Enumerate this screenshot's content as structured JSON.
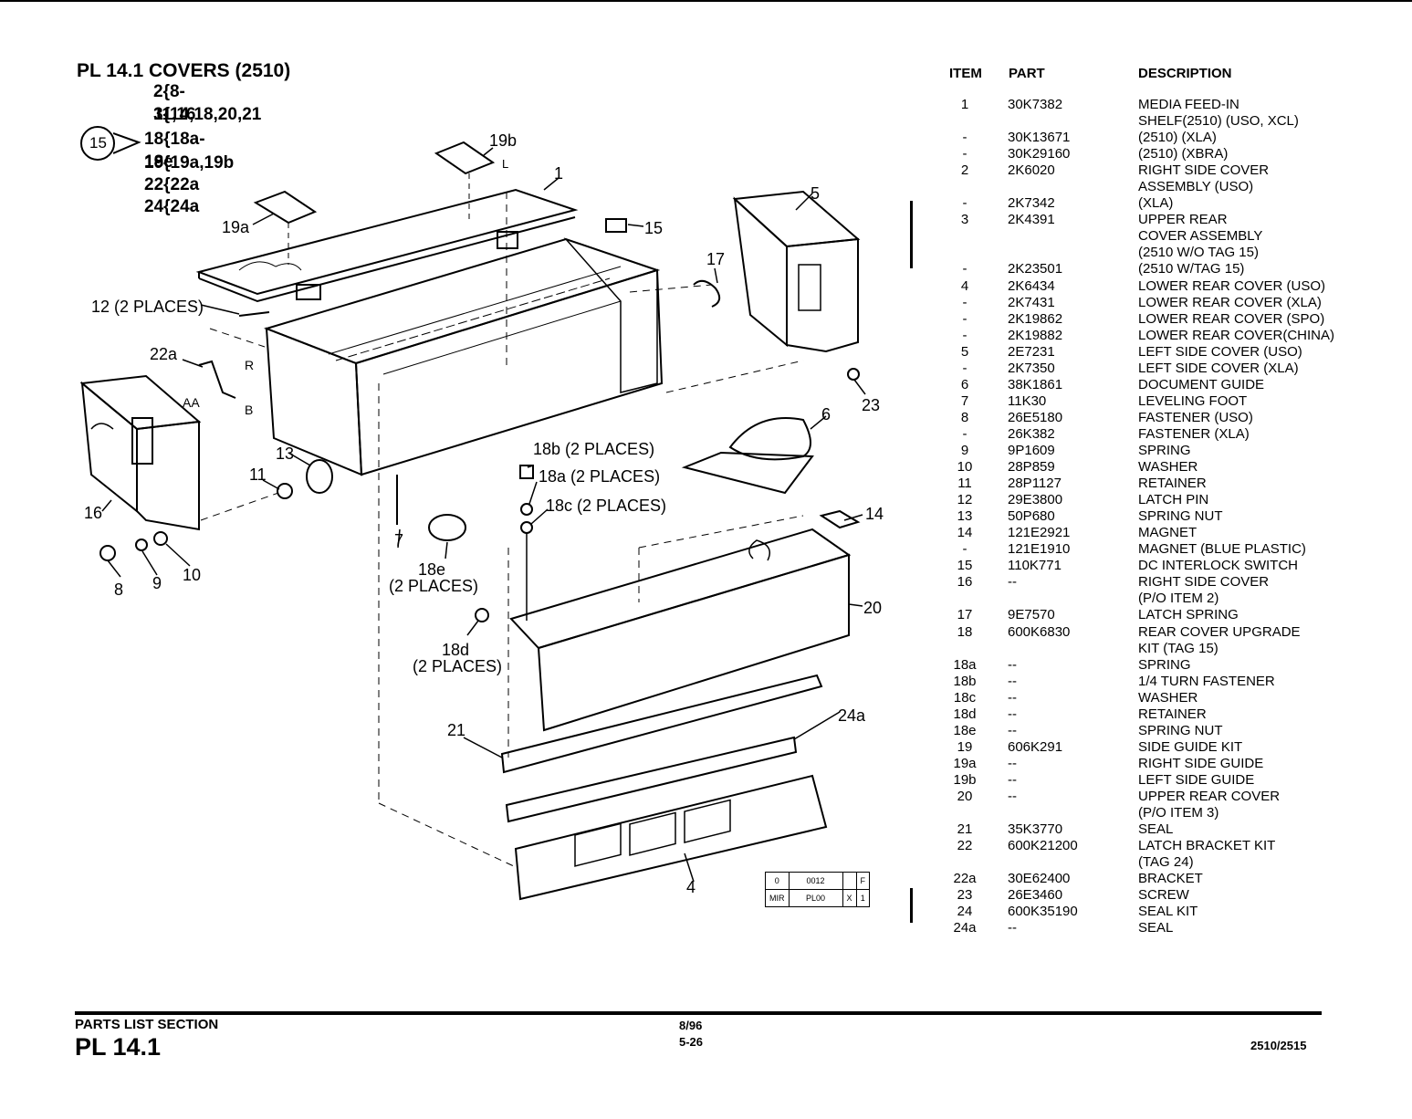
{
  "header": {
    "title": "PL 14.1 COVERS (2510)"
  },
  "kit_legend": [
    {
      "tag": "",
      "kit": "2",
      "items": "8-11,16"
    },
    {
      "tag": "",
      "kit": "3",
      "items": "14,18,20,21"
    },
    {
      "tag": "15",
      "kit": "18",
      "items": "18a-18e"
    },
    {
      "tag": "",
      "kit": "19",
      "items": "19a,19b"
    },
    {
      "tag": "",
      "kit": "22",
      "items": "22a"
    },
    {
      "tag": "",
      "kit": "24",
      "items": "24a"
    }
  ],
  "diagram_labels": {
    "l1": "1",
    "l4": "4",
    "l5": "5",
    "l6": "6",
    "l7": "7",
    "l8": "8",
    "l9": "9",
    "l10": "10",
    "l11": "11",
    "l12": "12 (2 PLACES)",
    "l13": "13",
    "l14": "14",
    "l15": "15",
    "l16": "16",
    "l17": "17",
    "l18a": "18a (2 PLACES)",
    "l18b": "18b (2 PLACES)",
    "l18c": "18c (2 PLACES)",
    "l18d": "18d",
    "l18d2": "(2 PLACES)",
    "l18e": "18e",
    "l18e2": "(2 PLACES)",
    "l19a": "19a",
    "l19b": "19b",
    "l20": "20",
    "l21": "21",
    "l22a": "22a",
    "l23": "23",
    "l24a": "24a",
    "aa": "AA",
    "b": "B",
    "r": "R",
    "l": "L"
  },
  "table": {
    "headers": {
      "item": "ITEM",
      "part": "PART",
      "description": "DESCRIPTION"
    },
    "rows": [
      {
        "item": "1",
        "part": "30K7382",
        "desc": "MEDIA FEED-IN"
      },
      {
        "item": "",
        "part": "",
        "desc": "SHELF(2510) (USO, XCL)"
      },
      {
        "item": "-",
        "part": "30K13671",
        "desc": "(2510) (XLA)"
      },
      {
        "item": "-",
        "part": "30K29160",
        "desc": "(2510) (XBRA)"
      },
      {
        "item": "2",
        "part": "2K6020",
        "desc": "RIGHT SIDE COVER"
      },
      {
        "item": "",
        "part": "",
        "desc": "ASSEMBLY (USO)"
      },
      {
        "item": "-",
        "part": "2K7342",
        "desc": "(XLA)"
      },
      {
        "item": "3",
        "part": "2K4391",
        "desc": "UPPER REAR"
      },
      {
        "item": "",
        "part": "",
        "desc": "COVER ASSEMBLY"
      },
      {
        "item": "",
        "part": "",
        "desc": "(2510 W/O TAG 15)"
      },
      {
        "item": "-",
        "part": "2K23501",
        "desc": "(2510 W/TAG 15)"
      },
      {
        "item": "4",
        "part": "2K6434",
        "desc": "LOWER REAR COVER (USO)"
      },
      {
        "item": "-",
        "part": "2K7431",
        "desc": "LOWER REAR COVER (XLA)"
      },
      {
        "item": "-",
        "part": "2K19862",
        "desc": "LOWER REAR COVER (SPO)"
      },
      {
        "item": "-",
        "part": "2K19882",
        "desc": "LOWER REAR COVER(CHINA)"
      },
      {
        "item": "5",
        "part": "2E7231",
        "desc": "LEFT SIDE COVER (USO)"
      },
      {
        "item": "-",
        "part": "2K7350",
        "desc": "LEFT SIDE COVER (XLA)"
      },
      {
        "item": "6",
        "part": "38K1861",
        "desc": "DOCUMENT GUIDE"
      },
      {
        "item": "7",
        "part": "11K30",
        "desc": "LEVELING FOOT"
      },
      {
        "item": "8",
        "part": "26E5180",
        "desc": "FASTENER (USO)"
      },
      {
        "item": "-",
        "part": "26K382",
        "desc": "FASTENER (XLA)"
      },
      {
        "item": "9",
        "part": "9P1609",
        "desc": "SPRING"
      },
      {
        "item": "10",
        "part": "28P859",
        "desc": "WASHER"
      },
      {
        "item": "11",
        "part": "28P1127",
        "desc": "RETAINER"
      },
      {
        "item": "12",
        "part": "29E3800",
        "desc": "LATCH PIN"
      },
      {
        "item": "13",
        "part": "50P680",
        "desc": "SPRING NUT"
      },
      {
        "item": "14",
        "part": "121E2921",
        "desc": "MAGNET"
      },
      {
        "item": "-",
        "part": "121E1910",
        "desc": "MAGNET (BLUE PLASTIC)"
      },
      {
        "item": "15",
        "part": "110K771",
        "desc": "DC INTERLOCK SWITCH"
      },
      {
        "item": "16",
        "part": "--",
        "desc": "RIGHT SIDE COVER"
      },
      {
        "item": "",
        "part": "",
        "desc": "(P/O ITEM 2)"
      },
      {
        "item": "17",
        "part": "9E7570",
        "desc": "LATCH SPRING"
      },
      {
        "item": "18",
        "part": "600K6830",
        "desc": "REAR COVER UPGRADE"
      },
      {
        "item": "",
        "part": "",
        "desc": "KIT (TAG 15)"
      },
      {
        "item": "18a",
        "part": "--",
        "desc": "SPRING"
      },
      {
        "item": "18b",
        "part": "--",
        "desc": "1/4 TURN FASTENER"
      },
      {
        "item": "18c",
        "part": "--",
        "desc": "WASHER"
      },
      {
        "item": "18d",
        "part": "--",
        "desc": "RETAINER"
      },
      {
        "item": "18e",
        "part": "--",
        "desc": "SPRING NUT"
      },
      {
        "item": "19",
        "part": "606K291",
        "desc": "SIDE GUIDE KIT"
      },
      {
        "item": "19a",
        "part": "--",
        "desc": "RIGHT SIDE GUIDE"
      },
      {
        "item": "19b",
        "part": "--",
        "desc": "LEFT SIDE GUIDE"
      },
      {
        "item": "20",
        "part": "--",
        "desc": "UPPER REAR COVER"
      },
      {
        "item": "",
        "part": "",
        "desc": "(P/O ITEM 3)"
      },
      {
        "item": "21",
        "part": "35K3770",
        "desc": "SEAL"
      },
      {
        "item": "22",
        "part": "600K21200",
        "desc": "LATCH BRACKET KIT"
      },
      {
        "item": "",
        "part": "",
        "desc": "(TAG 24)"
      },
      {
        "item": "22a",
        "part": "30E62400",
        "desc": "BRACKET"
      },
      {
        "item": "23",
        "part": "26E3460",
        "desc": "SCREW"
      },
      {
        "item": "24",
        "part": "600K35190",
        "desc": "SEAL KIT"
      },
      {
        "item": "24a",
        "part": "--",
        "desc": "SEAL"
      }
    ]
  },
  "stamp": {
    "r1c1": "0",
    "r1c2": "0012",
    "r1c3": "",
    "r1c4": "F",
    "r2c1": "MIR",
    "r2c2": "PL00",
    "r2c3": "X",
    "r2c4": "1"
  },
  "footer": {
    "section": "PARTS LIST SECTION",
    "pl": "PL 14.1",
    "date": "8/96",
    "page": "5-26",
    "model": "2510/2515"
  }
}
